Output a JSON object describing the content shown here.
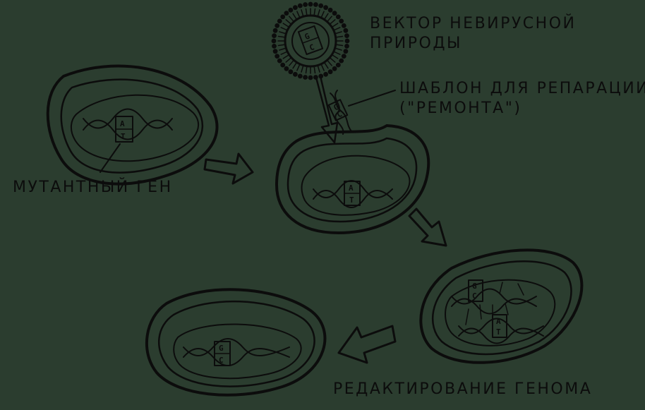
{
  "labels": {
    "vector": [
      "ВЕКТОР НЕВИРУСНОЙ",
      "ПРИРОДЫ"
    ],
    "template": [
      "ШАБЛОН ДЛЯ РЕПАРАЦИИ",
      "(\"РЕМОНТА\")"
    ],
    "mutant_gene": "МУТАНТНЫЙ ГЕН",
    "genome_editing": "РЕДАКТИРОВАНИЕ ГЕНОМА"
  },
  "bases": {
    "mutant_pair": [
      "A",
      "T"
    ],
    "vector_pair": [
      "G",
      "C"
    ],
    "template_pair": [
      "G",
      "C"
    ],
    "cell2_pair": [
      "A",
      "T"
    ],
    "cell3_top_pair": [
      "G",
      "C"
    ],
    "cell3_bottom_pair": [
      "A",
      "T"
    ],
    "corrected_pair": [
      "G",
      "C"
    ]
  },
  "colors": {
    "background": "#2b3d2f",
    "ink": "#0c0c0c"
  }
}
